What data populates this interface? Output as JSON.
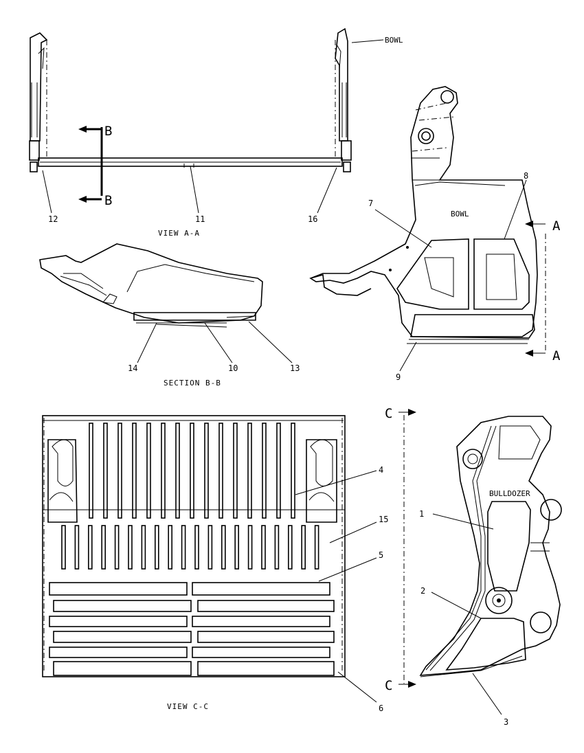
{
  "callouts": {
    "c1": "1",
    "c2": "2",
    "c3": "3",
    "c4": "4",
    "c5": "5",
    "c6": "6",
    "c7": "7",
    "c8": "8",
    "c9": "9",
    "c10": "10",
    "c11": "11",
    "c12": "12",
    "c13": "13",
    "c14": "14",
    "c15": "15",
    "c16": "16"
  },
  "captions": {
    "view_aa": "VIEW A-A",
    "section_bb": "SECTION B-B",
    "view_cc": "VIEW C-C"
  },
  "notes": {
    "bowl_top": "BOWL",
    "bowl_side": "BOWL",
    "bulldozer": "BULLDOZER"
  },
  "section_labels": {
    "b_top": "B",
    "b_bottom": "B",
    "a_top": "A",
    "a_bottom": "A",
    "c_top": "C",
    "c_bottom": "C"
  }
}
